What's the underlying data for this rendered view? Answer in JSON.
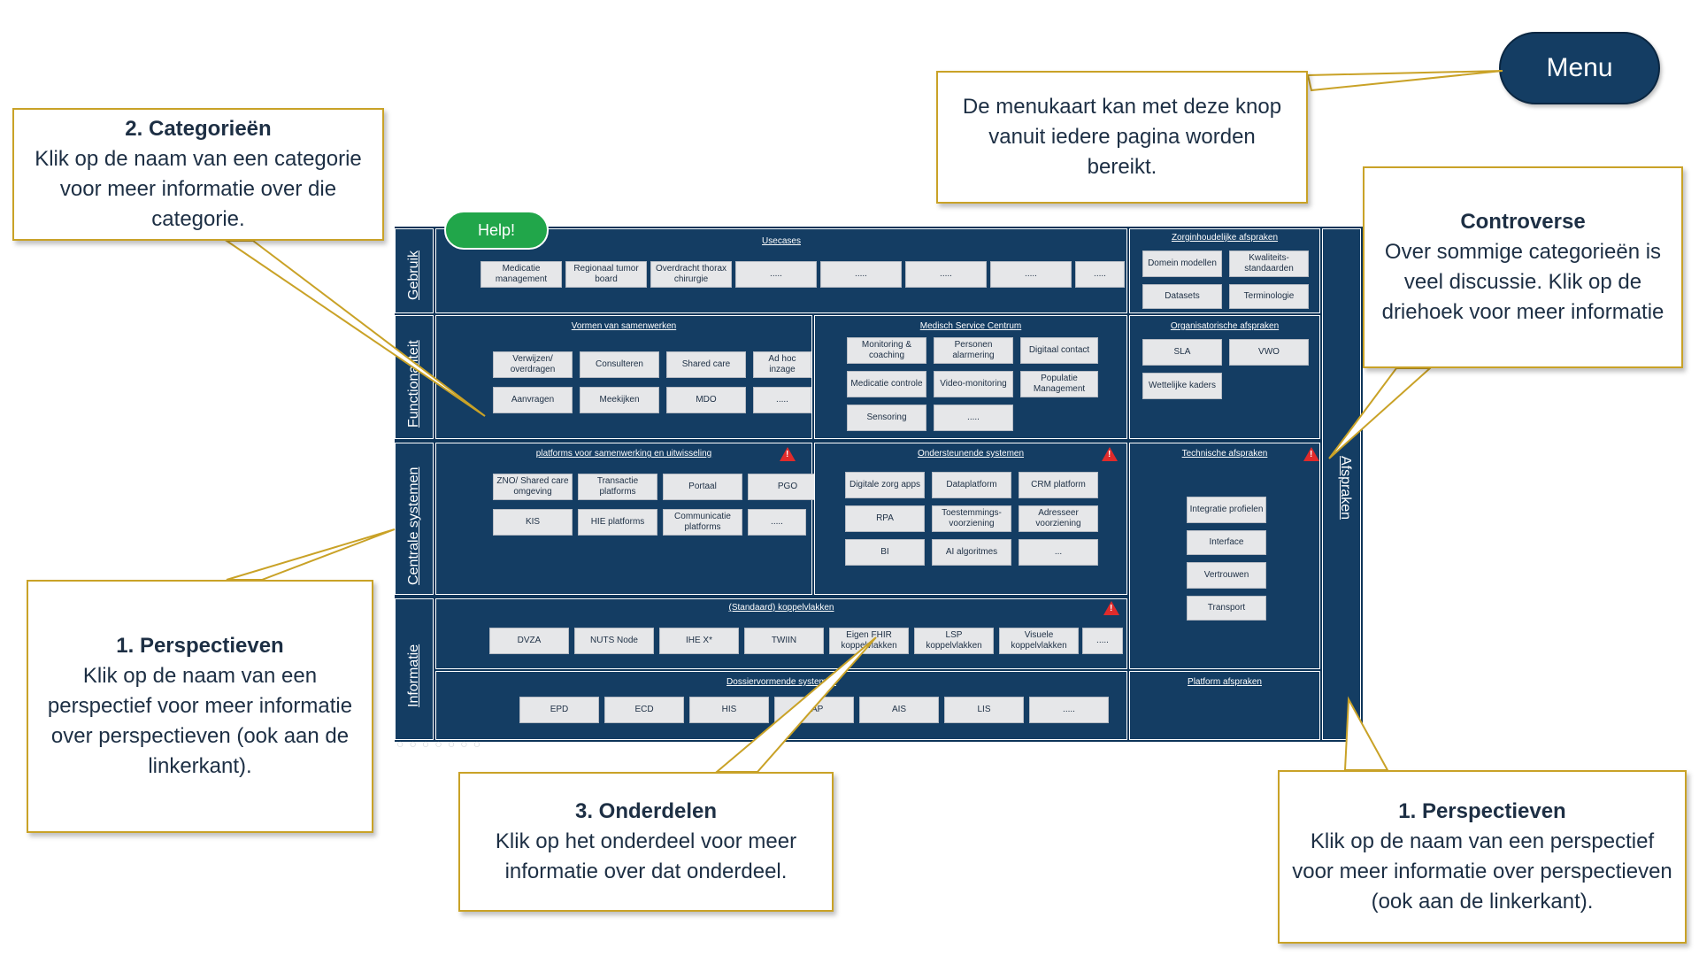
{
  "menu_button": "Menu",
  "help_button": "Help!",
  "callouts": {
    "menu": {
      "text": "De menukaart kan met deze knop vanuit iedere pagina worden bereikt."
    },
    "categories": {
      "title": "2. Categorieën",
      "text": "Klik op de naam van een categorie voor meer informatie over die categorie."
    },
    "controverse": {
      "title": "Controverse",
      "text": "Over sommige categorieën is veel discussie. Klik op de driehoek voor meer informatie"
    },
    "perspectives_left": {
      "title": "1. Perspectieven",
      "text": "Klik op de naam van een perspectief voor meer informatie over perspectieven (ook aan de linkerkant)."
    },
    "onderdelen": {
      "title": "3. Onderdelen",
      "text": "Klik op het onderdeel voor meer informatie over dat onderdeel."
    },
    "perspectives_right": {
      "title": "1. Perspectieven",
      "text": "Klik op de naam van een perspectief voor meer informatie over perspectieven (ook aan de linkerkant)."
    }
  },
  "perspectives": {
    "gebruik": "Gebruik",
    "functionaliteit": "Functionaliteit",
    "centrale_systemen": "Centrale systemen",
    "informatie": "Informatie",
    "afspraken": "Afspraken"
  },
  "panels": {
    "usecases": {
      "title": "Usecases",
      "items": [
        "Medicatie management",
        "Regionaal tumor board",
        "Overdracht thorax chirurgie",
        ".....",
        ".....",
        ".....",
        ".....",
        "....."
      ]
    },
    "zorginhoudelijke": {
      "title": "Zorginhoudelijke afspraken",
      "items": [
        "Domein modellen",
        "Kwaliteits-standaarden",
        "Datasets",
        "Terminologie"
      ]
    },
    "vormen": {
      "title": "Vormen van samenwerken",
      "items": [
        "Verwijzen/ overdragen",
        "Consulteren",
        "Shared care",
        "Ad hoc inzage",
        "Aanvragen",
        "Meekijken",
        "MDO",
        "....."
      ]
    },
    "msc": {
      "title": "Medisch Service Centrum",
      "items": [
        "Monitoring & coaching",
        "Personen alarmering",
        "Digitaal contact",
        "Medicatie controle",
        "Video-monitoring",
        "Populatie Management",
        "Sensoring",
        "....."
      ]
    },
    "organisatorische": {
      "title": "Organisatorische afspraken",
      "items": [
        "SLA",
        "VWO",
        "Wettelijke kaders"
      ]
    },
    "platforms": {
      "title": "platforms voor samenwerking en uitwisseling",
      "items": [
        "ZNO/ Shared care omgeving",
        "Transactie platforms",
        "Portaal",
        "PGO",
        "KIS",
        "HIE platforms",
        "Communicatie platforms",
        "....."
      ]
    },
    "ondersteunende": {
      "title": "Ondersteunende systemen",
      "items": [
        "Digitale zorg apps",
        "Dataplatform",
        "CRM platform",
        "RPA",
        "Toestemmings-voorziening",
        "Adresseer voorziening",
        "BI",
        "AI algoritmes",
        "..."
      ]
    },
    "technische": {
      "title": "Technische afspraken",
      "items": [
        "Integratie profielen",
        "Interface",
        "Vertrouwen",
        "Transport"
      ]
    },
    "koppelvlakken": {
      "title": "(Standaard) koppelvlakken",
      "items": [
        "DVZA",
        "NUTS Node",
        "IHE X*",
        "TWIIN",
        "Eigen FHIR koppelvlakken",
        "LSP koppelvlakken",
        "Visuele koppelvlakken",
        "....."
      ]
    },
    "dossiervormende": {
      "title": "Dossiervormende systemen",
      "items": [
        "EPD",
        "ECD",
        "HIS",
        "HAP",
        "AIS",
        "LIS",
        "....."
      ]
    },
    "platform_afspraken": {
      "title": "Platform afspraken"
    }
  },
  "warning_symbol": "!",
  "colors": {
    "board": "#143d63",
    "accent_border": "#c9a227",
    "help_green": "#21a64a",
    "warning_red": "#e02b2b",
    "chip": "#e6e7e9"
  }
}
